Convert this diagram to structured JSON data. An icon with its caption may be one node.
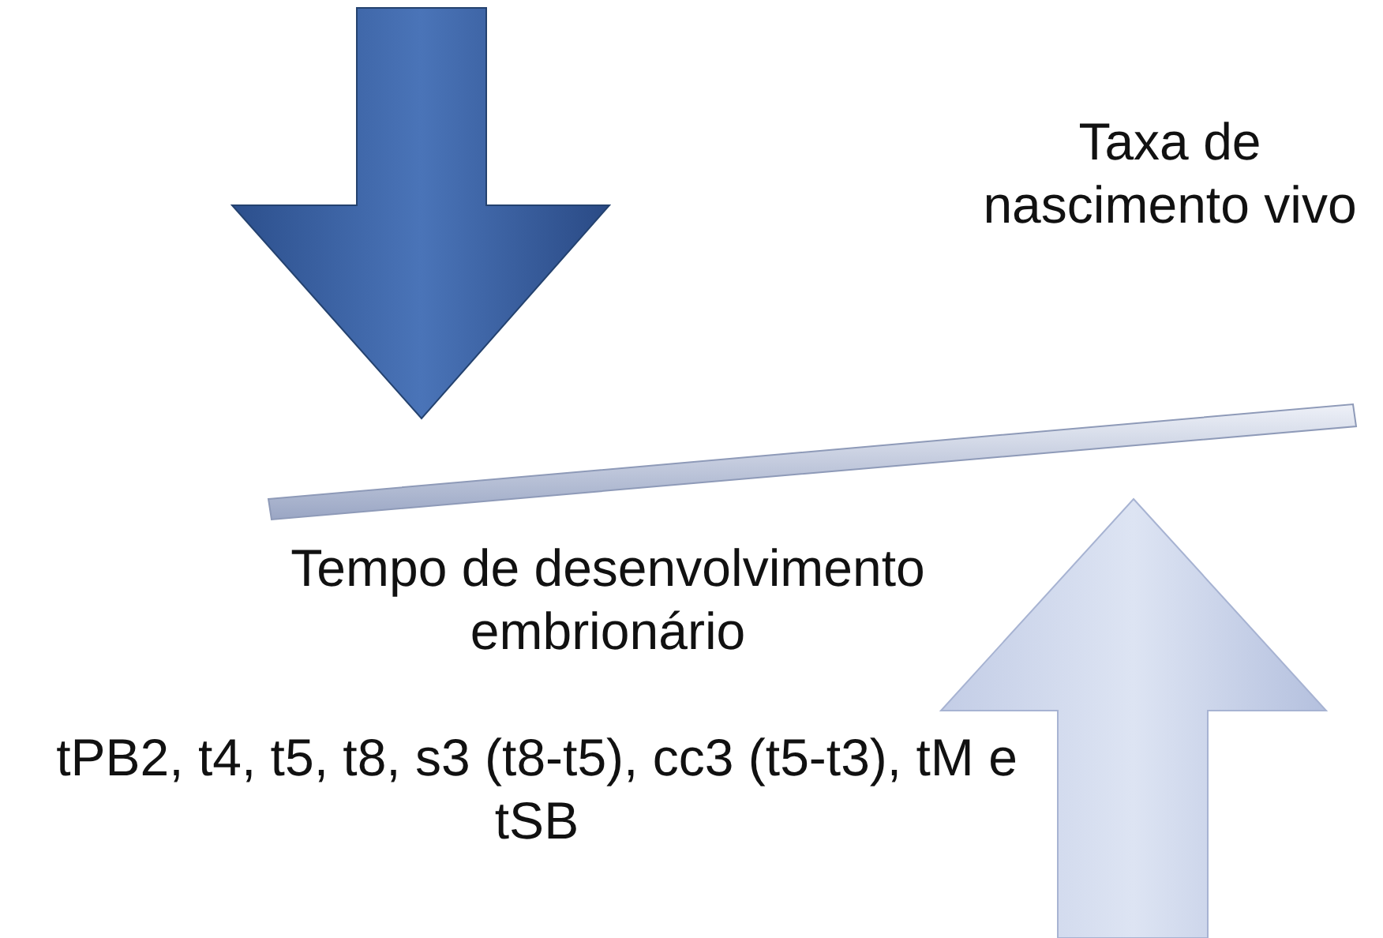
{
  "diagram": {
    "labels": [
      "Taxa de nascimento vivo",
      "Tempo de desenvolvimento embrionário",
      "tPB2, t4, t5, t8, s3 (t8-t5), cc3 (t5-t3), tM e tSB"
    ]
  }
}
